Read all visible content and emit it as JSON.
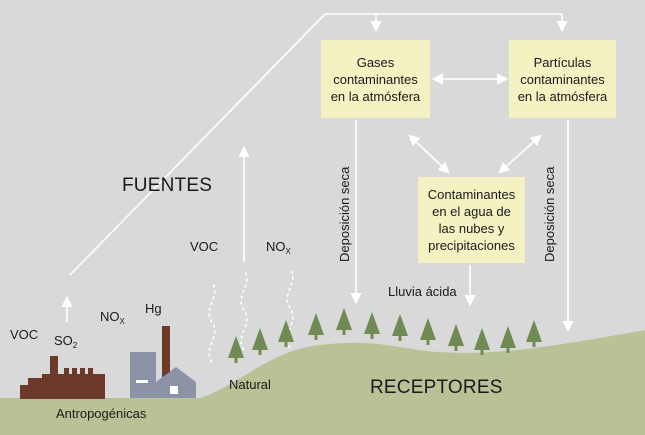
{
  "labels": {
    "fuentes": "FUENTES",
    "receptores": "RECEPTORES",
    "antropogenicas": "Antropogénicas",
    "natural": "Natural",
    "lluvia_acida": "Lluvia ácida",
    "deposicion_seca_left": "Deposición seca",
    "deposicion_seca_right": "Deposición seca"
  },
  "boxes": {
    "gases": "Gases contaminantes en la atmósfera",
    "particulas": "Partículas contaminantes en la atmósfera",
    "nubes": "Contaminantes en el agua de las nubes y precipitaciones"
  },
  "emissions": {
    "voc_anthro": "VOC",
    "so2_main": "SO",
    "so2_sub": "2",
    "nox_anthro_main": "NO",
    "nox_anthro_sub": "X",
    "hg": "Hg",
    "voc_natural": "VOC",
    "nox_natural_main": "NO",
    "nox_natural_sub": "X"
  },
  "colors": {
    "background": "#d9d9da",
    "ground": "#b9c296",
    "box_fill": "#f4f2c2",
    "tree": "#6f8a52",
    "factory": "#6b3a2a",
    "house": "#8d93a6",
    "arrow": "#ffffff"
  }
}
